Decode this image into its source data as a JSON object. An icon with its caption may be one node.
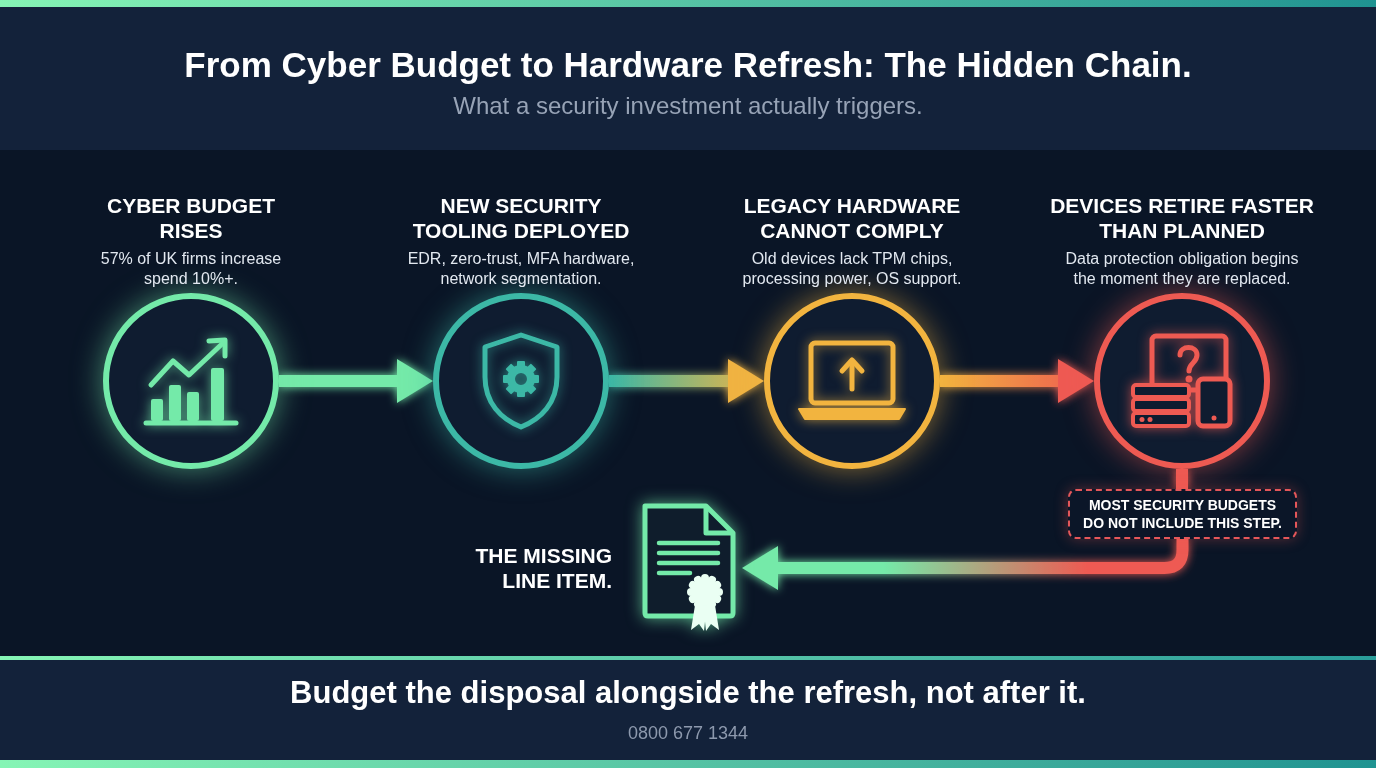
{
  "diagram": {
    "title": "From Cyber Budget to Hardware Refresh: The Hidden Chain.",
    "nodes": [
      {
        "text": [
          "CYBER BUDGET RISES",
          "57% of UK firms increase spend 10%+."
        ]
      },
      {
        "text": [
          "NEW SECURITY TOOLING DEPLOYED",
          "EDR, zero-trust, MFA hardware, network segmentation."
        ]
      },
      {
        "text": [
          "LEGACY HARDWARE CANNOT COMPLY",
          "Old devices lack TPM chips, processing power, OS support."
        ]
      },
      {
        "text": [
          "DEVICES RETIRE FASTER THAN PLANNED",
          "Data protection obligation begins the moment they are replaced."
        ]
      },
      {
        "text": [
          "MOST SECURITY BUDGETS DO NOT INCLUDE THIS STEP."
        ]
      },
      {
        "text": [],
        "shape": "picture",
        "beside": [
          "THE MISSING LINE ITEM."
        ]
      }
    ],
    "edges": [
      {
        "from": 0,
        "to": 1,
        "arrow": "to"
      },
      {
        "from": 1,
        "to": 2,
        "arrow": "to"
      },
      {
        "from": 2,
        "to": 3,
        "arrow": "to"
      },
      {
        "from": 3,
        "to": 4,
        "arrow": "none"
      },
      {
        "from": 4,
        "to": 5,
        "arrow": "to"
      }
    ],
    "labels": [
      "What a security investment actually triggers.",
      "Budget the disposal alongside the refresh, not after it.",
      "0800 677 1344"
    ]
  }
}
